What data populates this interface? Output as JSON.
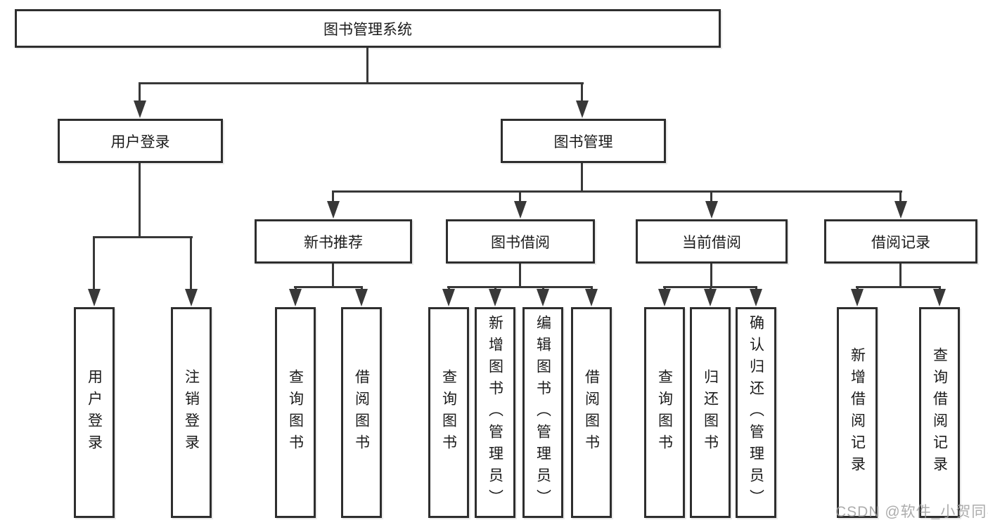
{
  "diagram": {
    "type": "hierarchy-tree",
    "orientation": "top-down",
    "colors": {
      "background": "#ffffff",
      "box_fill": "#ffffff",
      "box_border": "#2e2e2e",
      "connector_line": "#383838",
      "text": "#1b1b1b",
      "watermark_text": "#9e9e9e"
    },
    "watermark": "CSDN @软件_小贺同学",
    "tree": {
      "label": "图书管理系统",
      "children": [
        {
          "label": "用户登录",
          "children": [
            {
              "label": "用户登录"
            },
            {
              "label": "注销登录"
            }
          ]
        },
        {
          "label": "图书管理",
          "children": [
            {
              "label": "新书推荐",
              "children": [
                {
                  "label": "查询图书"
                },
                {
                  "label": "借阅图书"
                }
              ]
            },
            {
              "label": "图书借阅",
              "children": [
                {
                  "label": "查询图书"
                },
                {
                  "label": "新增图书（管理员）"
                },
                {
                  "label": "编辑图书（管理员）"
                },
                {
                  "label": "借阅图书"
                }
              ]
            },
            {
              "label": "当前借阅",
              "children": [
                {
                  "label": "查询图书"
                },
                {
                  "label": "归还图书"
                },
                {
                  "label": "确认归还（管理员）"
                }
              ]
            },
            {
              "label": "借阅记录",
              "children": [
                {
                  "label": "新增借阅记录"
                },
                {
                  "label": "查询借阅记录"
                }
              ]
            }
          ]
        }
      ]
    }
  }
}
